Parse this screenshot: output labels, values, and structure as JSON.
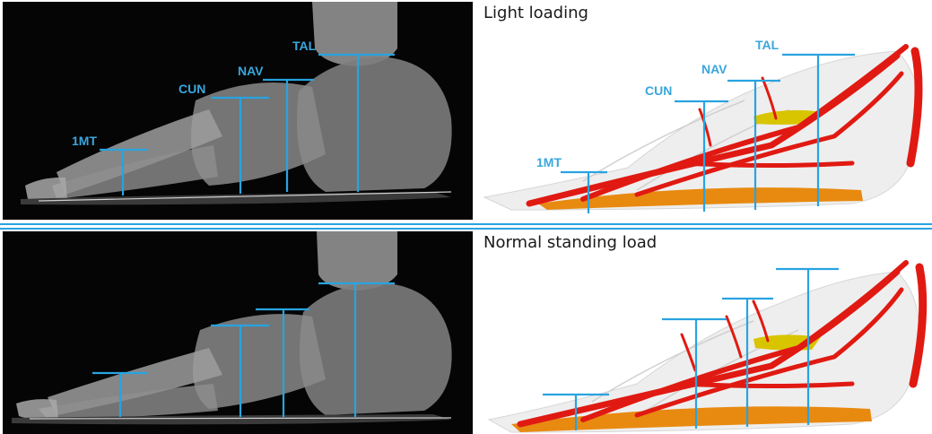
{
  "figure": {
    "top_caption": "Light loading",
    "bottom_caption": "Normal standing load",
    "landmarks": {
      "first_metatarsal": "1MT",
      "cuneiform": "CUN",
      "navicular": "NAV",
      "talus": "TAL"
    },
    "colors": {
      "measure_line": "#29a3e0",
      "label": "#3aa6dc",
      "tendon": "#e01a12",
      "fat_pad": "#d9c400",
      "plantar_fascia": "#e88a10",
      "bone_model": "#f0f0f0",
      "divider": "#29a3e0",
      "xray_background": "#050505"
    }
  }
}
